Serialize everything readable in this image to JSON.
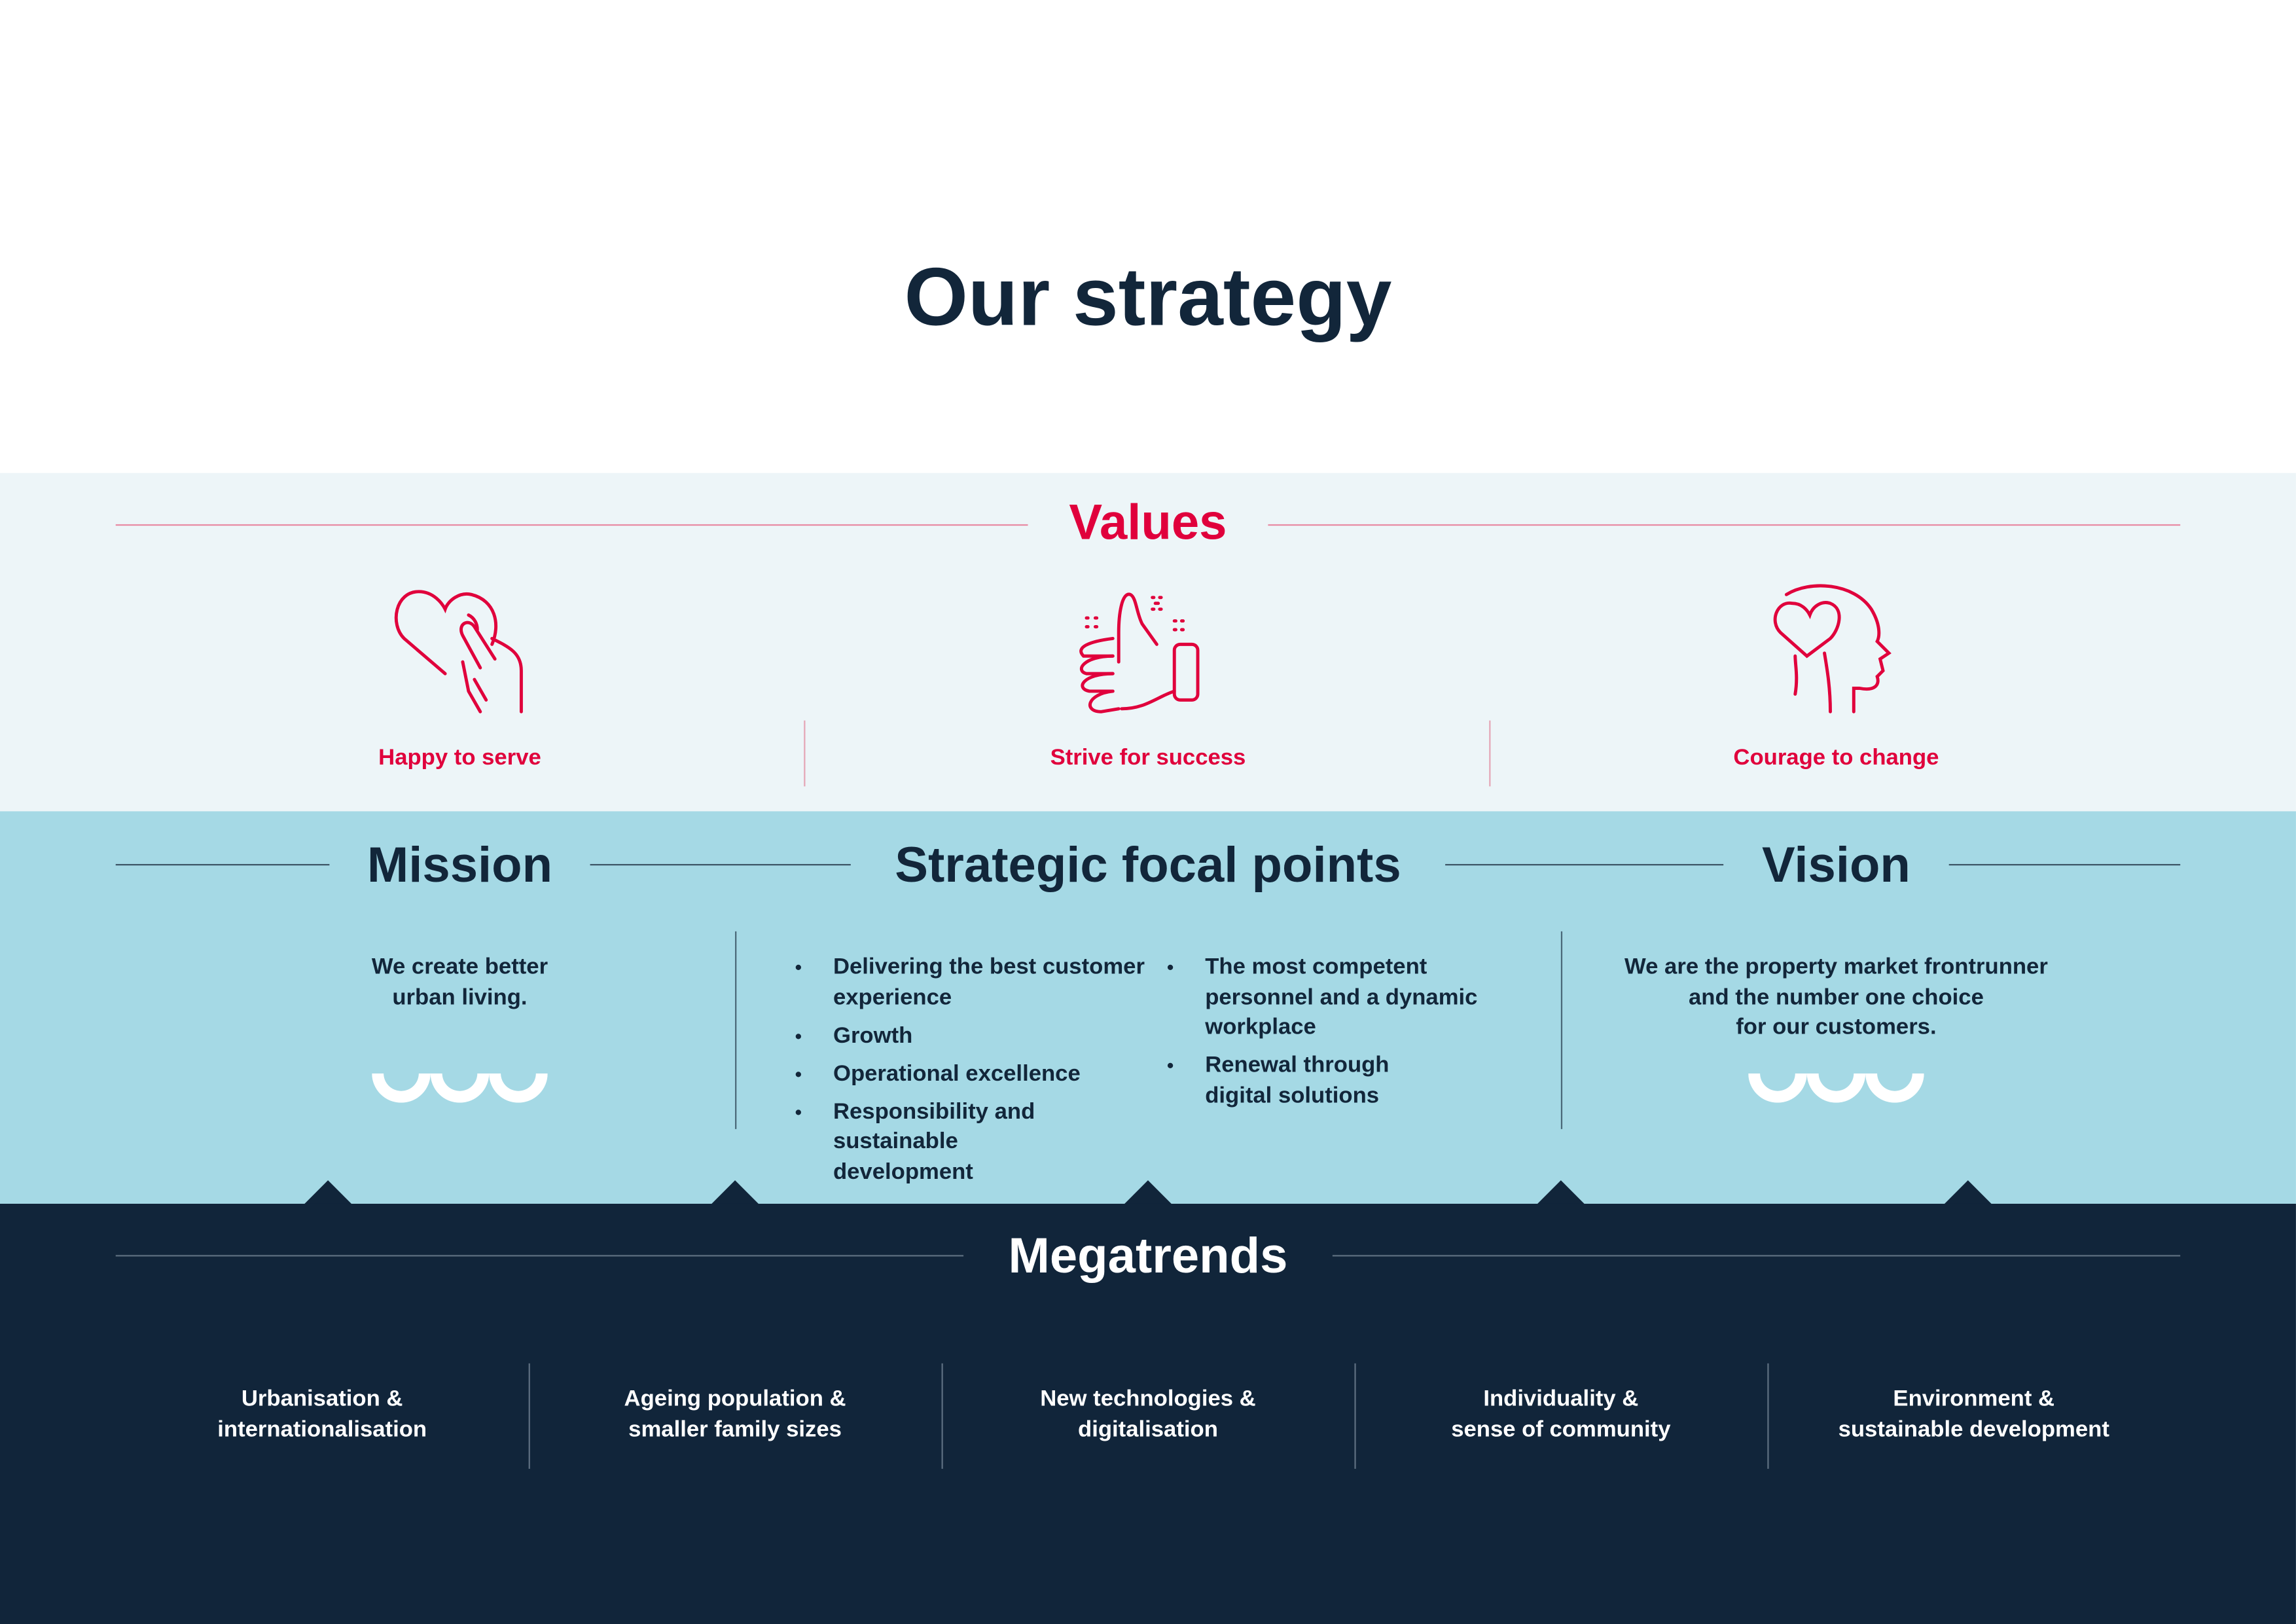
{
  "title": "Our strategy",
  "values": {
    "heading": "Values",
    "items": [
      {
        "label": "Happy to serve",
        "icon": "heart-hand-icon"
      },
      {
        "label": "Strive for success",
        "icon": "thumbs-up-icon"
      },
      {
        "label": "Courage to change",
        "icon": "head-heart-icon"
      }
    ]
  },
  "mission": {
    "heading": "Mission",
    "text": [
      "We create better",
      "urban living."
    ]
  },
  "focal_points": {
    "heading": "Strategic focal points",
    "left": [
      "Delivering the best customer experience",
      "Growth",
      "Operational excellence",
      "Responsibility and sustainable development"
    ],
    "right": [
      "The most competent personnel and a dynamic workplace",
      "Renewal through digital solutions"
    ]
  },
  "vision": {
    "heading": "Vision",
    "text": [
      "We are the property market frontrunner",
      "and the number one choice",
      "for our customers."
    ]
  },
  "megatrends": {
    "heading": "Megatrends",
    "items": [
      [
        "Urbanisation &",
        "internationalisation"
      ],
      [
        "Ageing population &",
        "smaller family sizes"
      ],
      [
        "New technologies &",
        "digitalisation"
      ],
      [
        "Individuality &",
        "sense of community"
      ],
      [
        "Environment &",
        "sustainable development"
      ]
    ]
  },
  "colors": {
    "navy": "#11253a",
    "red": "#e0003c",
    "light_blue": "#a5d9e5",
    "pale": "#edf5f8"
  }
}
